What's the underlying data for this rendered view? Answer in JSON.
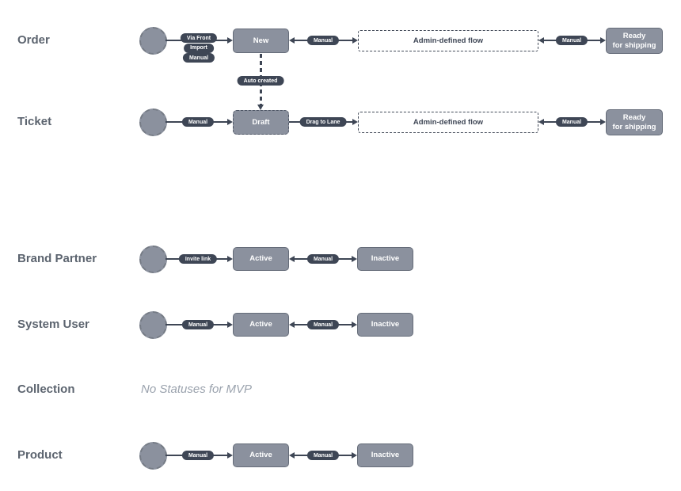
{
  "rows": {
    "order": {
      "label": "Order",
      "start_transitions": [
        "Via Front",
        "Import",
        "Manual"
      ],
      "state_new": "New",
      "transition_new_admin": "Manual",
      "state_admin_flow": "Admin-defined flow",
      "transition_admin_ready": "Manual",
      "state_ready": "Ready\nfor shipping",
      "transition_auto_created": "Auto created"
    },
    "ticket": {
      "label": "Ticket",
      "transition_start": "Manual",
      "state_draft": "Draft",
      "transition_draft_admin": "Drag to Lane",
      "state_admin_flow": "Admin-defined flow",
      "transition_admin_ready": "Manual",
      "state_ready": "Ready\nfor shipping"
    },
    "brand_partner": {
      "label": "Brand Partner",
      "transition_start": "Invite link",
      "state_active": "Active",
      "transition_toggle": "Manual",
      "state_inactive": "Inactive"
    },
    "system_user": {
      "label": "System User",
      "transition_start": "Manual",
      "state_active": "Active",
      "transition_toggle": "Manual",
      "state_inactive": "Inactive"
    },
    "collection": {
      "label": "Collection",
      "note": "No Statuses for MVP"
    },
    "product": {
      "label": "Product",
      "transition_start": "Manual",
      "state_active": "Active",
      "transition_toggle": "Manual",
      "state_inactive": "Inactive"
    }
  },
  "colors": {
    "node_fill": "#8b919e",
    "node_border": "#656c79",
    "transition_pill": "#3e4655",
    "line": "#3e4655",
    "row_label": "#5c646f",
    "note_text": "#9aa2ad"
  }
}
